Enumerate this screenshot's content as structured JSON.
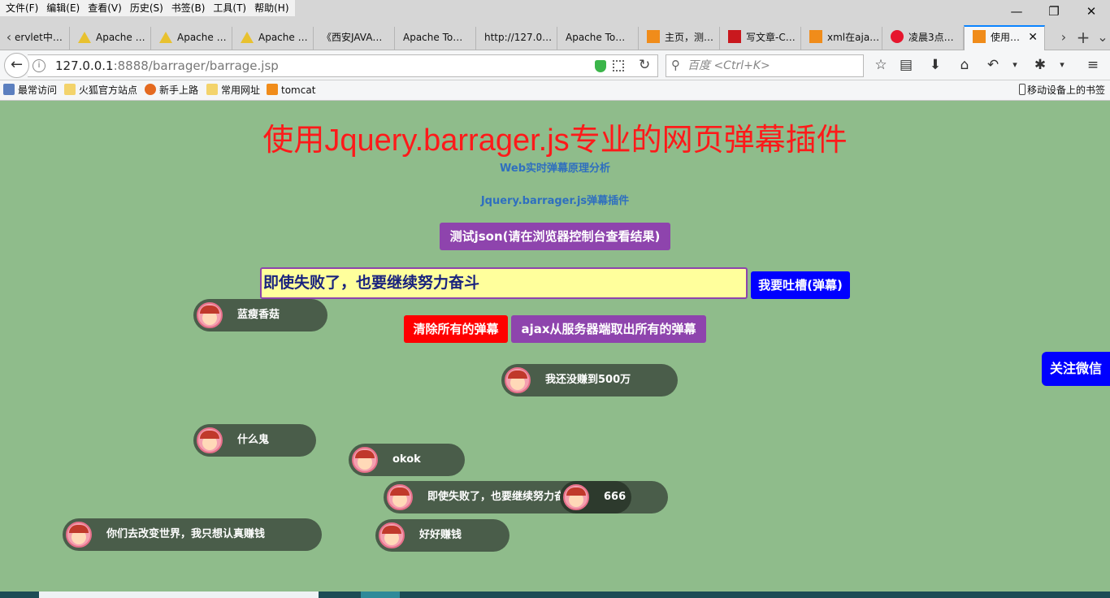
{
  "menu": [
    "文件(F)",
    "编辑(E)",
    "查看(V)",
    "历史(S)",
    "书签(B)",
    "工具(T)",
    "帮助(H)"
  ],
  "window_controls": {
    "minimize": "—",
    "restore": "❐",
    "close": "✕"
  },
  "tabs": [
    {
      "label": "ervlet中…",
      "icon": "none"
    },
    {
      "label": "Apache …",
      "icon": "warning-icon"
    },
    {
      "label": "Apache …",
      "icon": "warning-icon"
    },
    {
      "label": "Apache …",
      "icon": "warning-icon"
    },
    {
      "label": "《西安JAVA…",
      "icon": "none"
    },
    {
      "label": "Apache To…",
      "icon": "none"
    },
    {
      "label": "http://127.0…",
      "icon": "none"
    },
    {
      "label": "Apache To…",
      "icon": "none"
    },
    {
      "label": "主页，测…",
      "icon": "orange-logo-icon"
    },
    {
      "label": "写文章-C…",
      "icon": "csdn-icon"
    },
    {
      "label": "xml在aja…",
      "icon": "orange-logo-icon"
    },
    {
      "label": "凌晨3点…",
      "icon": "weibo-icon"
    },
    {
      "label": "使用…",
      "icon": "orange-logo-icon",
      "active": true
    }
  ],
  "tab_scroll_left": "‹",
  "tab_scroll_right": "›",
  "new_tab": "+",
  "tab_list": "⌄",
  "url": {
    "host": "127.0.0.1",
    "rest": ":8888/barrager/barrage.jsp"
  },
  "search_placeholder": "百度 <Ctrl+K>",
  "bookmarks": [
    {
      "label": "最常访问",
      "icon": "most-visited-icon"
    },
    {
      "label": "火狐官方站点",
      "icon": "folder-icon"
    },
    {
      "label": "新手上路",
      "icon": "firefox-icon"
    },
    {
      "label": "常用网址",
      "icon": "folder-icon"
    },
    {
      "label": "tomcat",
      "icon": "orange-logo-icon"
    }
  ],
  "mobile_bookmarks": "移动设备上的书签",
  "page": {
    "title": "使用Jquery.barrager.js专业的网页弹幕插件",
    "link1": "Web实时弹幕原理分析",
    "link2": "Jquery.barrager.js弹幕插件",
    "test_json_button": "测试json(请在浏览器控制台查看结果)",
    "input_value": "即使失败了，也要继续努力奋斗",
    "send_button": "我要吐槽(弹幕)",
    "clear_button": "清除所有的弹幕",
    "ajax_button": "ajax从服务器端取出所有的弹幕",
    "follow_wechat": "关注微信"
  },
  "danmu": [
    "蓝瘦香菇",
    "我还没赚到500万",
    "什么鬼",
    "okok",
    "即使失败了，也要继续努力奋斗",
    "666",
    "你们去改变世界，我只想认真赚钱",
    "好好赚钱"
  ],
  "colors": {
    "page_bg": "#8fbc8b",
    "title": "#ff1a1a",
    "link": "#2f6fbf",
    "purple": "#8e44ad",
    "red": "#ff0000",
    "blue": "#0000ff"
  }
}
